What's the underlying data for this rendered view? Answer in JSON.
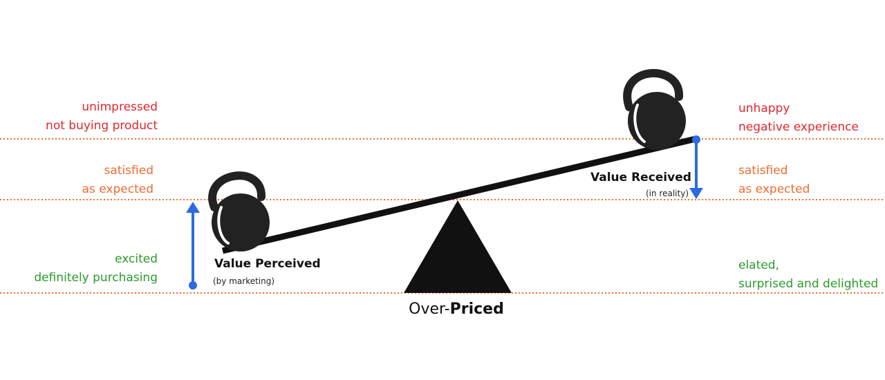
{
  "left_levels": {
    "top": [
      "unimpressed",
      "not buying product"
    ],
    "middle": [
      "satisfied",
      "as expected"
    ],
    "bottom": [
      "excited",
      "definitely purchasing"
    ]
  },
  "right_levels": {
    "top": [
      "unhappy",
      "negative experience"
    ],
    "middle": [
      "satisfied",
      "as expected"
    ],
    "bottom": [
      "elated,",
      "surprised and delighted"
    ]
  },
  "left_weight": {
    "title": "Value Perceived",
    "subtitle": "(by marketing)"
  },
  "right_weight": {
    "title": "Value Received",
    "subtitle": "(in reality)"
  },
  "caption": {
    "prefix": "Over-",
    "emphasis": "Priced"
  },
  "colors": {
    "top_level": "#e0272d",
    "middle_level": "#ee6b2f",
    "bottom_level": "#2c9a2b",
    "arrow": "#2a6be0",
    "ink": "#111111"
  }
}
